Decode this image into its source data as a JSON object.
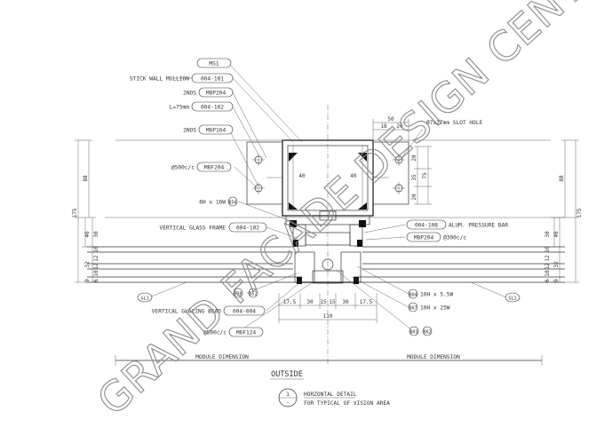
{
  "labels": {
    "ms1": "MS1",
    "stick_wall_mullion": "STICK WALL MULLION",
    "mullion_code": "004-101",
    "two_nos_1": "2NOS",
    "m8p204": "M8P204",
    "l_75mm": "L=75mm",
    "code_004_162": "004-162",
    "two_nos_2": "2NOS",
    "m6p164": "M6P164",
    "at500_1": "@500c/c",
    "m8f204": "M8F204",
    "six_h_16w": "6H x 16W",
    "b56": "B56",
    "vertical_glass_frame": "VERTICAL GLASS FRAME",
    "code_004_102": "004-102",
    "vertical_glazing_bead": "VERTICAL GLAZING BEAD",
    "code_004_004": "004-004",
    "b20": "B20",
    "b52": "B52",
    "at500_2": "@500c/c",
    "m6f124": "M6F124",
    "code_004_108": "004-108",
    "alum_pressure_bar": "ALUM. PRESSURE BAR",
    "m8p204_2": "M8P204",
    "at300": "@300c/c",
    "slot_hole": "Ø7x27mm SLOT HOLE",
    "b04": "B04",
    "ten_h_55w": "10H x 5.5W",
    "b07": "B07",
    "ten_h_25w": "10H x 25W",
    "b03": "B03",
    "b02": "B02",
    "gl1_left": "GL1",
    "gl1_right": "GL1"
  },
  "dimensions": {
    "top_50": "50",
    "top_18": "18",
    "top_20": "20",
    "right_20a": "20",
    "right_35": "35",
    "right_20b": "20",
    "right_75": "75",
    "inner_40a": "40",
    "inner_40b": "40",
    "left_88": "88",
    "right_88": "88",
    "left_175": "175",
    "right_175": "175",
    "left_46": "46",
    "left_30": "30",
    "right_46": "46",
    "right_30": "30",
    "left_10a": "10",
    "left_12a": "12",
    "left_32": "32",
    "left_12b": "12",
    "left_10b": "10",
    "left_9": "9",
    "left_6": "6",
    "right_10a": "10",
    "right_12a": "12",
    "right_32": "32",
    "right_12b": "12",
    "right_10b": "10",
    "right_9": "9",
    "right_6": "6",
    "bot_175a": "17.5",
    "bot_30a": "30",
    "bot_15a": "15",
    "bot_15b": "15",
    "bot_30b": "30",
    "bot_175b": "17.5",
    "bot_110": "110"
  },
  "footer": {
    "module_left": "MODULE DIMENSION",
    "module_right": "MODULE DIMENSION",
    "outside": "OUTSIDE",
    "detail_number": "1",
    "detail_sheet": "-",
    "title_line1": "HORZONTAL DETAIL",
    "title_line2": "FOR TYPICAL OF VISION AREA"
  },
  "watermark": "GRAND FACADE DESIGN CENTRE"
}
